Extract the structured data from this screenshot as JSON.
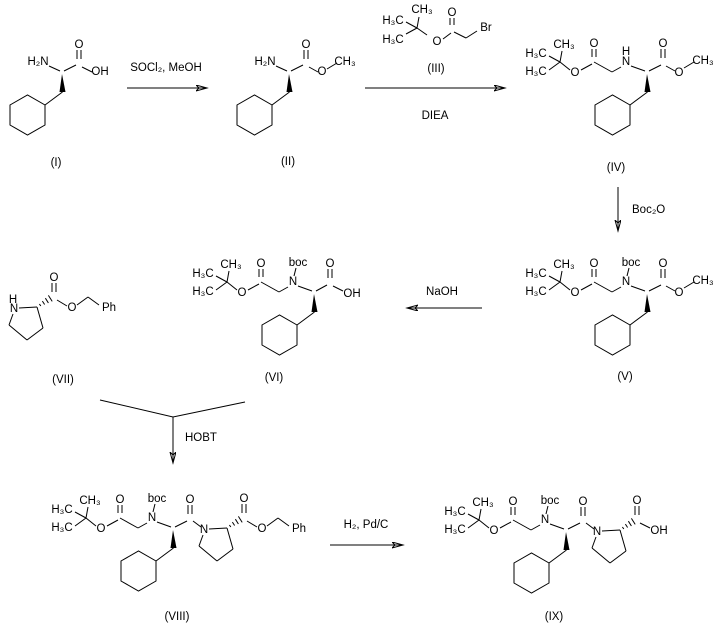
{
  "atoms": {
    "o": "O",
    "oh": "OH",
    "n": "N",
    "h": "H",
    "h2n": "H₂N",
    "ch3": "CH₃",
    "h3c": "H₃C",
    "boc": "boc",
    "ph": "Ph",
    "br": "Br"
  },
  "compounds": {
    "c1": "(I)",
    "c2": "(II)",
    "c3": "(III)",
    "c4": "(IV)",
    "c5": "(V)",
    "c6": "(VI)",
    "c7": "(VII)",
    "c8": "(VIII)",
    "c9": "(IX)"
  },
  "reagents": {
    "step1": "SOCl₂, MeOH",
    "step2_base": "DIEA",
    "step3": "Boc₂O",
    "step4": "NaOH",
    "step5": "HOBT",
    "step6": "H₂, Pd/C"
  }
}
